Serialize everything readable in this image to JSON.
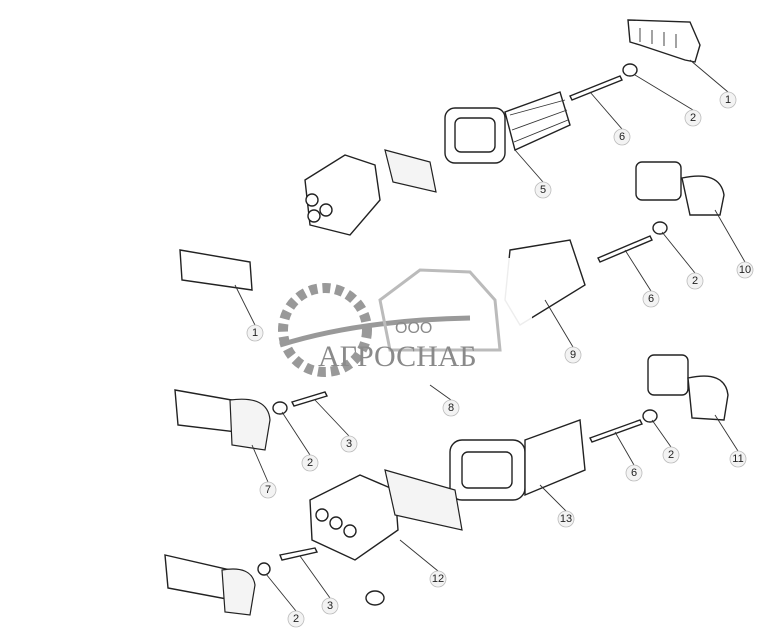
{
  "diagram": {
    "callouts": [
      "1",
      "2",
      "6",
      "5",
      "10",
      "2",
      "6",
      "9",
      "1",
      "8",
      "3",
      "2",
      "7",
      "11",
      "2",
      "6",
      "13",
      "12",
      "2",
      "3"
    ],
    "watermark": {
      "prefix": "ООО",
      "name": "АГРОСНАБ",
      "color": "#8a8a8a"
    }
  }
}
